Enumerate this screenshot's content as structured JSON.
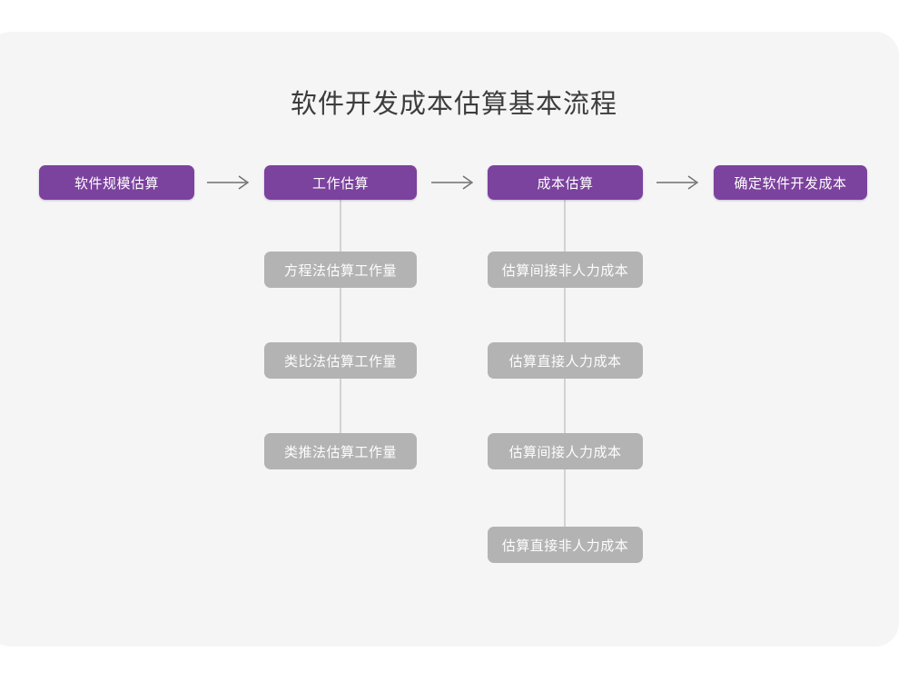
{
  "page": {
    "title": "软件开发成本估算基本流程",
    "card_bg": "#f5f5f5",
    "page_bg": "#ffffff",
    "primary_color": "#7b429e",
    "secondary_color": "#b3b3b3",
    "connector_color": "#d2d2d2",
    "title_color": "#3d3d3d"
  },
  "flow": {
    "main_steps": [
      {
        "id": "scale",
        "label": "软件规模估算"
      },
      {
        "id": "work",
        "label": "工作估算"
      },
      {
        "id": "cost",
        "label": "成本估算"
      },
      {
        "id": "final",
        "label": "确定软件开发成本"
      }
    ],
    "arrows": [
      {
        "id": "arrow-1",
        "icon": "arrow-right-icon",
        "from": "软件规模估算",
        "to": "工作估算"
      },
      {
        "id": "arrow-2",
        "icon": "arrow-right-icon",
        "from": "工作估算",
        "to": "成本估算"
      },
      {
        "id": "arrow-3",
        "icon": "arrow-right-icon",
        "from": "成本估算",
        "to": "确定软件开发成本"
      }
    ],
    "work_substeps": [
      {
        "id": "eq",
        "label": "方程法估算工作量"
      },
      {
        "id": "anal",
        "label": "类比法估算工作量"
      },
      {
        "id": "ded",
        "label": "类推法估算工作量"
      }
    ],
    "cost_substeps": [
      {
        "id": "c1",
        "label": "估算间接非人力成本"
      },
      {
        "id": "c2",
        "label": "估算直接人力成本"
      },
      {
        "id": "c3",
        "label": "估算间接人力成本"
      },
      {
        "id": "c4",
        "label": "估算直接非人力成本"
      }
    ]
  },
  "chart_data": {
    "type": "diagram",
    "title": "软件开发成本估算基本流程",
    "layout": "horizontal-flow-with-vertical-branches",
    "nodes": [
      {
        "id": "scale",
        "label": "软件规模估算",
        "level": 1,
        "column": 1,
        "style": "primary"
      },
      {
        "id": "work",
        "label": "工作估算",
        "level": 1,
        "column": 2,
        "style": "primary"
      },
      {
        "id": "cost",
        "label": "成本估算",
        "level": 1,
        "column": 3,
        "style": "primary"
      },
      {
        "id": "final",
        "label": "确定软件开发成本",
        "level": 1,
        "column": 4,
        "style": "primary"
      },
      {
        "id": "eq",
        "label": "方程法估算工作量",
        "level": 2,
        "column": 2,
        "style": "secondary"
      },
      {
        "id": "anal",
        "label": "类比法估算工作量",
        "level": 3,
        "column": 2,
        "style": "secondary"
      },
      {
        "id": "ded",
        "label": "类推法估算工作量",
        "level": 4,
        "column": 2,
        "style": "secondary"
      },
      {
        "id": "c1",
        "label": "估算间接非人力成本",
        "level": 2,
        "column": 3,
        "style": "secondary"
      },
      {
        "id": "c2",
        "label": "估算直接人力成本",
        "level": 3,
        "column": 3,
        "style": "secondary"
      },
      {
        "id": "c3",
        "label": "估算间接人力成本",
        "level": 4,
        "column": 3,
        "style": "secondary"
      },
      {
        "id": "c4",
        "label": "估算直接非人力成本",
        "level": 5,
        "column": 3,
        "style": "secondary"
      }
    ],
    "edges": [
      {
        "from": "scale",
        "to": "work",
        "kind": "arrow"
      },
      {
        "from": "work",
        "to": "cost",
        "kind": "arrow"
      },
      {
        "from": "cost",
        "to": "final",
        "kind": "arrow"
      },
      {
        "from": "work",
        "to": "eq",
        "kind": "line"
      },
      {
        "from": "eq",
        "to": "anal",
        "kind": "line"
      },
      {
        "from": "anal",
        "to": "ded",
        "kind": "line"
      },
      {
        "from": "cost",
        "to": "c1",
        "kind": "line"
      },
      {
        "from": "c1",
        "to": "c2",
        "kind": "line"
      },
      {
        "from": "c2",
        "to": "c3",
        "kind": "line"
      },
      {
        "from": "c3",
        "to": "c4",
        "kind": "line"
      }
    ]
  }
}
